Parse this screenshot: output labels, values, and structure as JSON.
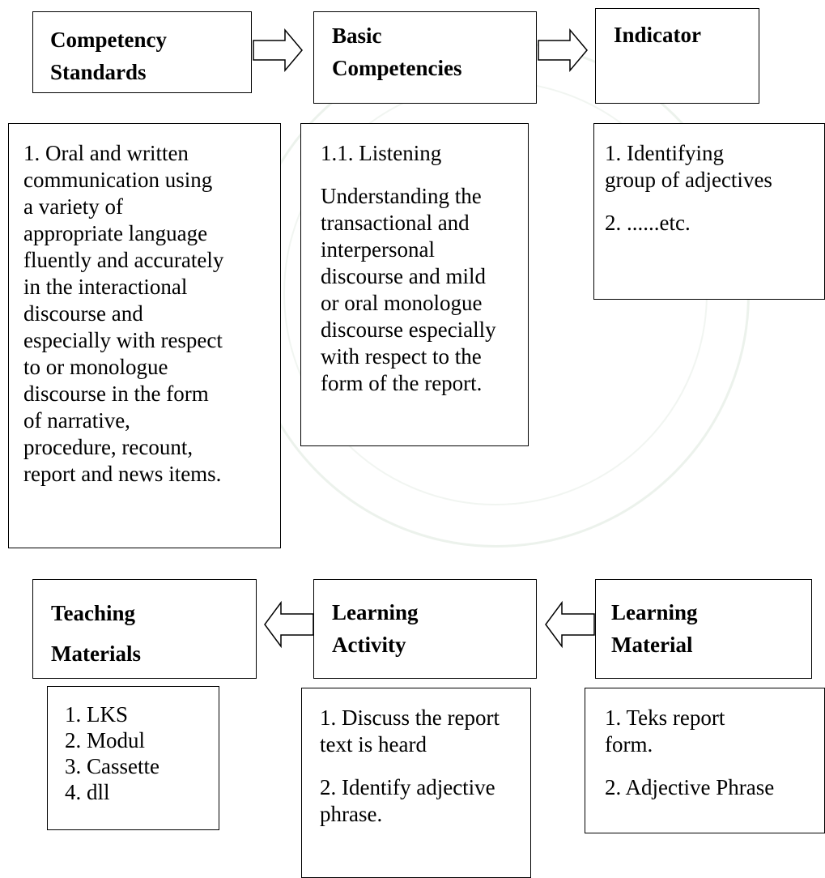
{
  "top_row": {
    "competency_standards": {
      "title_line1": "Competency",
      "title_line2": "Standards",
      "item1_lines": [
        "1. Oral and written",
        "communication using",
        "a variety of",
        "appropriate language",
        "fluently and accurately",
        "in the interactional",
        "discourse and",
        "especially with respect",
        "to or monologue",
        "discourse in the form",
        "of narrative,",
        "procedure, recount,",
        "report and news items."
      ]
    },
    "basic_competencies": {
      "title_line1": "Basic",
      "title_line2": "Competencies",
      "item1": "1.1. Listening",
      "item2_lines": [
        "Understanding the",
        "transactional and",
        "interpersonal",
        "discourse and mild",
        "or oral monologue",
        "discourse especially",
        "with respect to the",
        "form of the report."
      ]
    },
    "indicator": {
      "title": "Indicator",
      "item1_lines": [
        "1. Identifying",
        "group of adjectives"
      ],
      "item2": "2. ......etc."
    }
  },
  "bottom_row": {
    "teaching_materials": {
      "title_line1": "Teaching",
      "title_line2": "Materials",
      "items": [
        "1. LKS",
        "2. Modul",
        "3. Cassette",
        "4. dll"
      ]
    },
    "learning_activity": {
      "title_line1": "Learning",
      "title_line2": "Activity",
      "item1_lines": [
        "1. Discuss the report",
        "text is heard"
      ],
      "item2_lines": [
        "2. Identify adjective",
        "phrase."
      ]
    },
    "learning_material": {
      "title_line1": "Learning",
      "title_line2": "Material",
      "item1_lines": [
        "1. Teks report",
        "form."
      ],
      "item2": "2. Adjective Phrase"
    }
  },
  "colors": {
    "border": "#000000",
    "text": "#000000",
    "background": "#ffffff"
  }
}
